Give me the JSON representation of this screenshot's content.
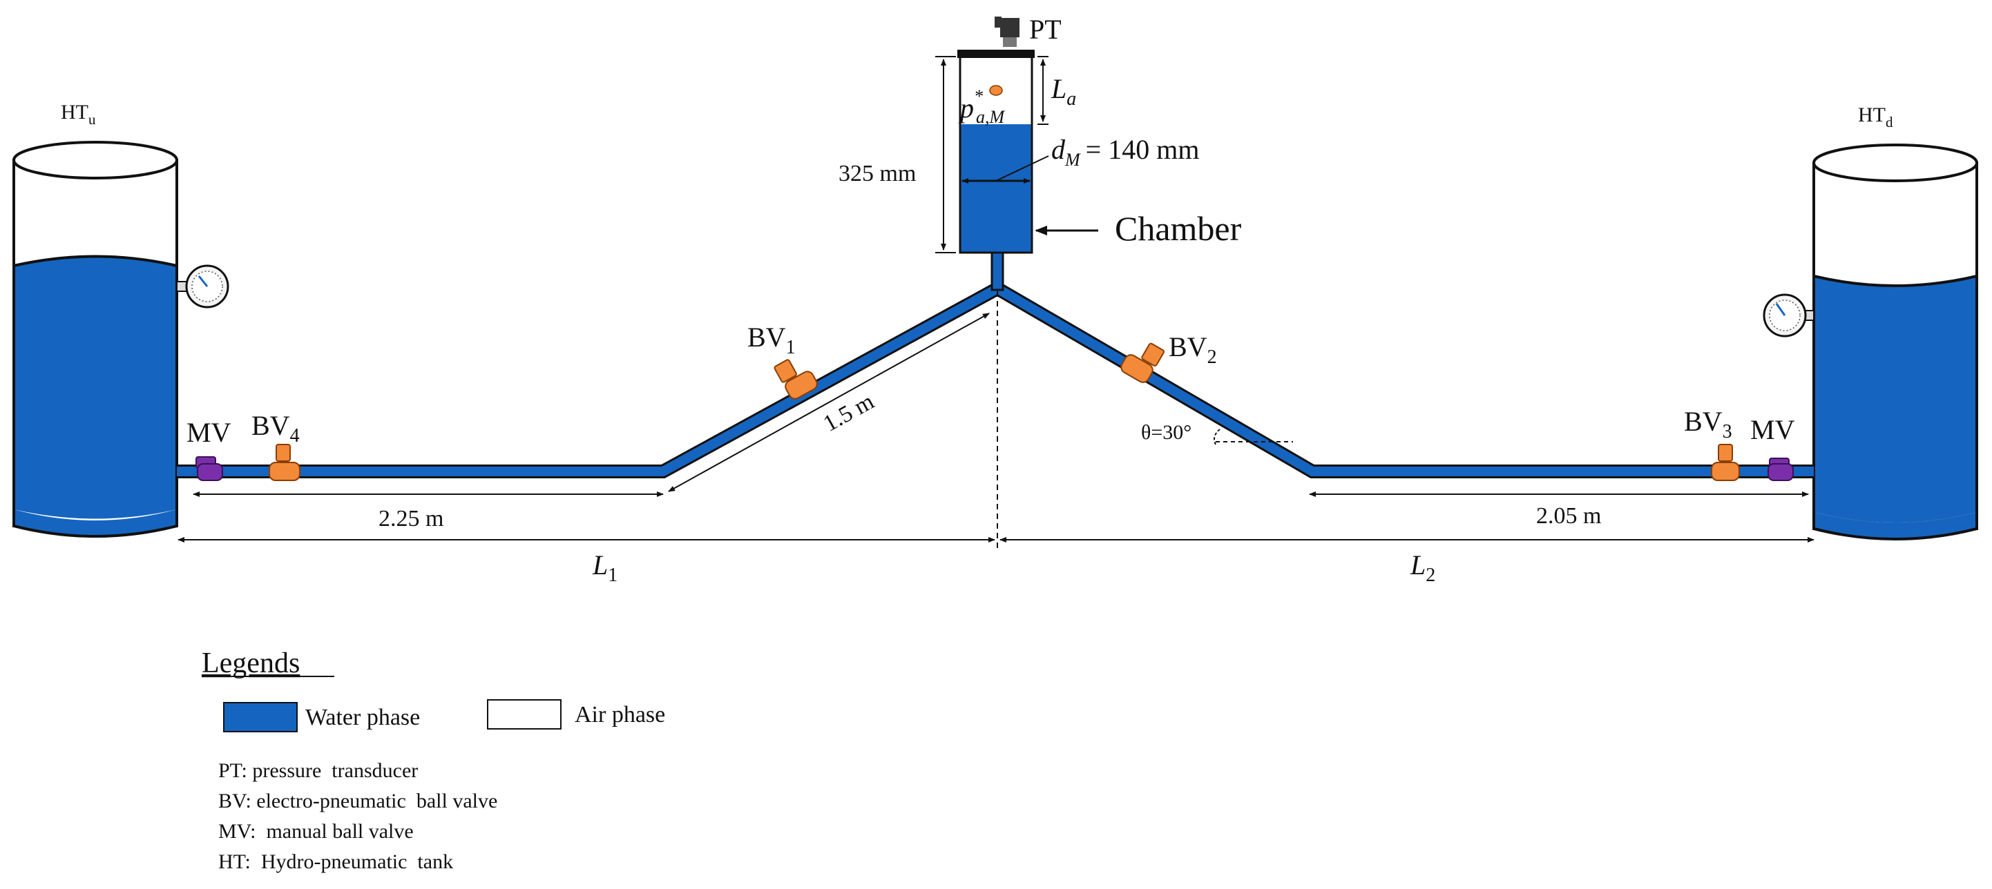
{
  "tanks": {
    "upstream": {
      "label_main": "HT",
      "label_sub": "u"
    },
    "downstream": {
      "label_main": "HT",
      "label_sub": "d"
    }
  },
  "chamber": {
    "pt_label": "PT",
    "air_pressure_main": "p",
    "air_pressure_sup": "*",
    "air_pressure_sub": "a,M",
    "air_length_main": "L",
    "air_length_sub": "a",
    "height_label": "325 mm",
    "diameter_main": "d",
    "diameter_sub": "M",
    "diameter_value": "= 140 mm",
    "name": "Chamber"
  },
  "valves": {
    "bv1": {
      "main": "BV",
      "sub": "1"
    },
    "bv2": {
      "main": "BV",
      "sub": "2"
    },
    "bv3": {
      "main": "BV",
      "sub": "3"
    },
    "bv4": {
      "main": "BV",
      "sub": "4"
    },
    "mv_left": "MV",
    "mv_right": "MV"
  },
  "dimensions": {
    "left_horizontal": "2.25 m",
    "inclined": "1.5 m",
    "angle": "θ=30°",
    "right_horizontal": "2.05 m",
    "l1_main": "L",
    "l1_sub": "1",
    "l2_main": "L",
    "l2_sub": "2"
  },
  "legend": {
    "title": "Legends",
    "water": "Water phase",
    "air": "Air phase",
    "notes": [
      "PT: pressure  transducer",
      "BV: electro-pneumatic  ball valve",
      "MV:  manual ball valve",
      "HT:  Hydro-pneumatic  tank"
    ]
  },
  "colors": {
    "water": "#1565C0",
    "air": "#ffffff",
    "valve_bv": "#F28A3A",
    "valve_mv": "#7A2FA8"
  }
}
